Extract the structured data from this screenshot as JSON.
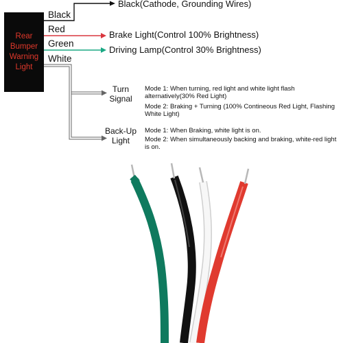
{
  "module": {
    "label_lines": [
      "Rear",
      "Bumper",
      "Warning",
      "Light"
    ],
    "color": "#e0382b"
  },
  "wires": {
    "black": {
      "label": "Black",
      "destination": "Black(Cathode, Grounding Wires)",
      "color": "#111111"
    },
    "red": {
      "label": "Red",
      "destination": "Brake Light(Control 100% Brightness)",
      "color": "#d9363e"
    },
    "green": {
      "label": "Green",
      "destination": "Driving Lamp(Control 30% Brightness)",
      "color": "#1aa884"
    },
    "white": {
      "label": "White",
      "color": "#555555"
    }
  },
  "branches": {
    "turn": {
      "label": "Turn Signal",
      "mode1": "Mode 1: When turning, red light and white light flash alternatively(30% Red Light)",
      "mode2": "Mode 2: Braking + Turning (100% Contineous Red Light, Flashing White Light)"
    },
    "backup": {
      "label": "Back-Up Light",
      "mode1": "Mode 1: When Braking, white light is on.",
      "mode2": "Mode 2: When simultaneously backing and braking, white-red light is on."
    }
  },
  "photo": {
    "wire_colors": [
      "#0f7a5e",
      "#111111",
      "#f2f2f2",
      "#e03a2f"
    ]
  }
}
